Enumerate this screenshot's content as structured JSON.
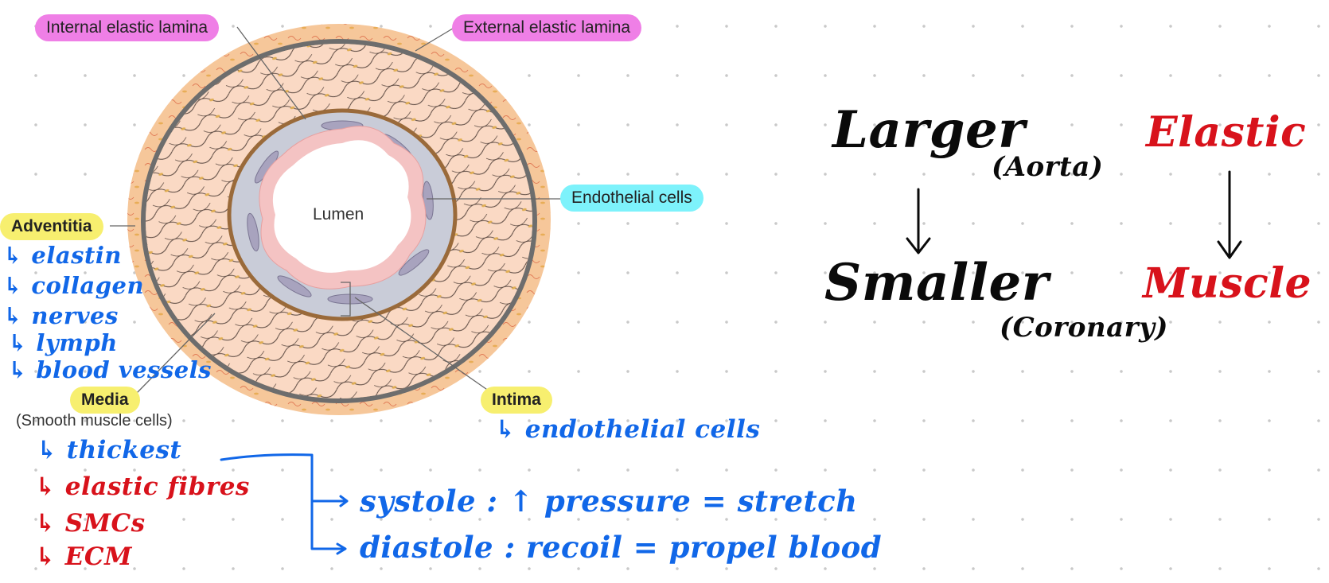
{
  "diagram": {
    "labels": {
      "internal_elastic_lamina": "Internal elastic lamina",
      "external_elastic_lamina": "External elastic lamina",
      "endothelial_cells": "Endothelial cells",
      "lumen": "Lumen",
      "adventitia": "Adventitia",
      "media": "Media",
      "media_sub": "(Smooth muscle cells)",
      "intima": "Intima"
    },
    "colors": {
      "pink_label": "#ef7fe6",
      "cyan_label": "#7df2fb",
      "yellow_label": "#f7ef6f",
      "adventitia_fill": "#f6c79a",
      "media_fill": "#fad9c4",
      "intima_fill": "#c9ccd8",
      "endothelium_fill": "#f4c3c3",
      "lamina_stroke": "#6d6d6d"
    }
  },
  "notes": {
    "adventitia": [
      "↳ elastin",
      "↳ collagen",
      "↳ nerves",
      "↳ lymph",
      "↳ blood vessels"
    ],
    "media": [
      {
        "text": "↳ thickest",
        "color": "blue"
      },
      {
        "text": "↳ elastic fibres",
        "color": "red"
      },
      {
        "text": "↳ SMCs",
        "color": "red"
      },
      {
        "text": "↳ ECM",
        "color": "red"
      }
    ],
    "intima": "↳ endothelial cells",
    "systole": "systole : ↑ pressure = stretch",
    "diastole": "diastole : recoil = propel blood",
    "larger": "Larger",
    "aorta": "(Aorta)",
    "smaller": "Smaller",
    "coronary": "(Coronary)",
    "elastic": "Elastic",
    "muscle": "Muscle",
    "colors": {
      "blue": "#1167e8",
      "red": "#d8121b",
      "black": "#0a0a0a"
    }
  }
}
